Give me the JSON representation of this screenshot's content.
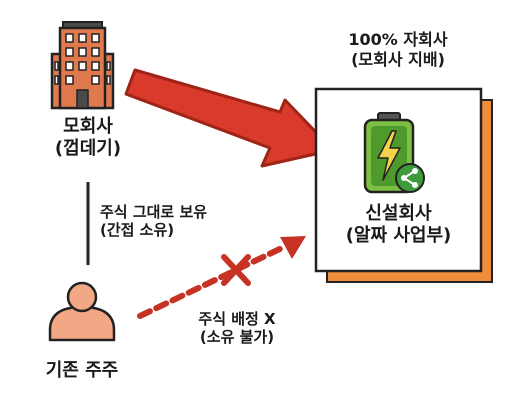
{
  "parent": {
    "name": "모회사",
    "note": "(껍데기)",
    "icon": "office-building-icon"
  },
  "subsidiary": {
    "header_line1": "100% 자회사",
    "header_line2": "(모회사 지배)",
    "name": "신설회사",
    "note": "(알짜 사업부)",
    "icon": "battery-charging-icon"
  },
  "ownership_link": {
    "line1": "주식 그대로 보유",
    "line2": "(간접 소유)"
  },
  "no_allocation": {
    "line1": "주식 배정 X",
    "line2": "(소유 불가)",
    "icon": "red-x-icon"
  },
  "shareholder": {
    "name": "기존 주주",
    "icon": "person-icon"
  },
  "colors": {
    "arrow_red": "#d93a2b",
    "building": "#e07a4e",
    "battery": "#7cc043",
    "person": "#f2a884",
    "box_shadow": "#ef8d3c"
  }
}
